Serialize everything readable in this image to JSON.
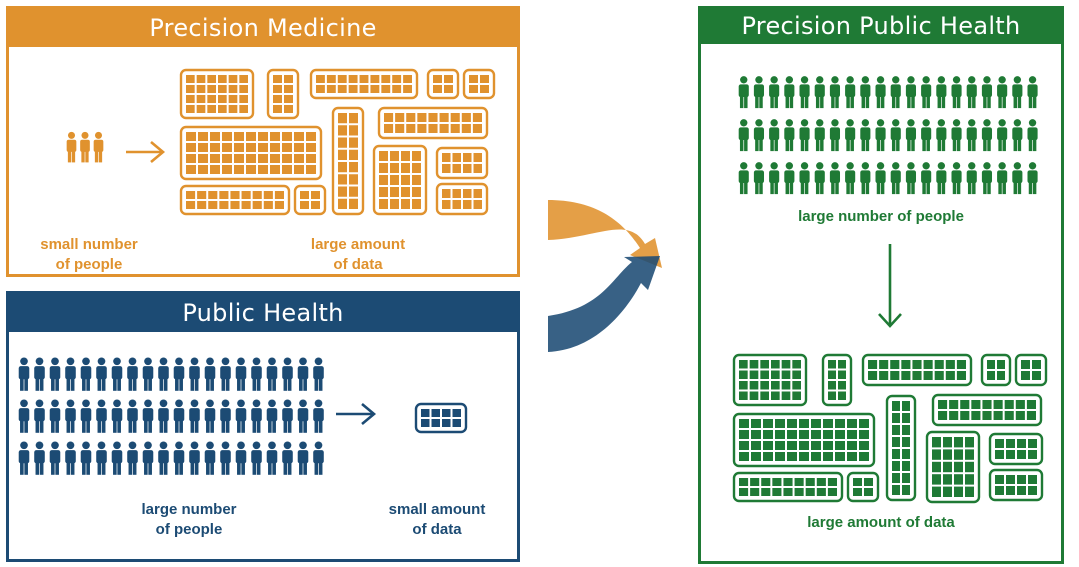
{
  "colors": {
    "orange": "#E0922E",
    "blue": "#1C4B74",
    "green": "#1F7A35"
  },
  "precision_medicine": {
    "title": "Precision Medicine",
    "people_caption": "small number\nof people",
    "data_caption": "large amount\nof data"
  },
  "public_health": {
    "title": "Public Health",
    "people_caption": "large number\nof people",
    "data_caption": "small amount\nof data"
  },
  "precision_public_health": {
    "title": "Precision Public Health",
    "people_caption": "large number of people",
    "data_caption": "large amount of data"
  },
  "icons": {
    "person": "person-icon",
    "arrow_right": "arrow-right-icon",
    "arrow_down": "arrow-down-icon",
    "data_block": "data-grid-icon",
    "merge_arrow": "merge-arrow-icon"
  }
}
